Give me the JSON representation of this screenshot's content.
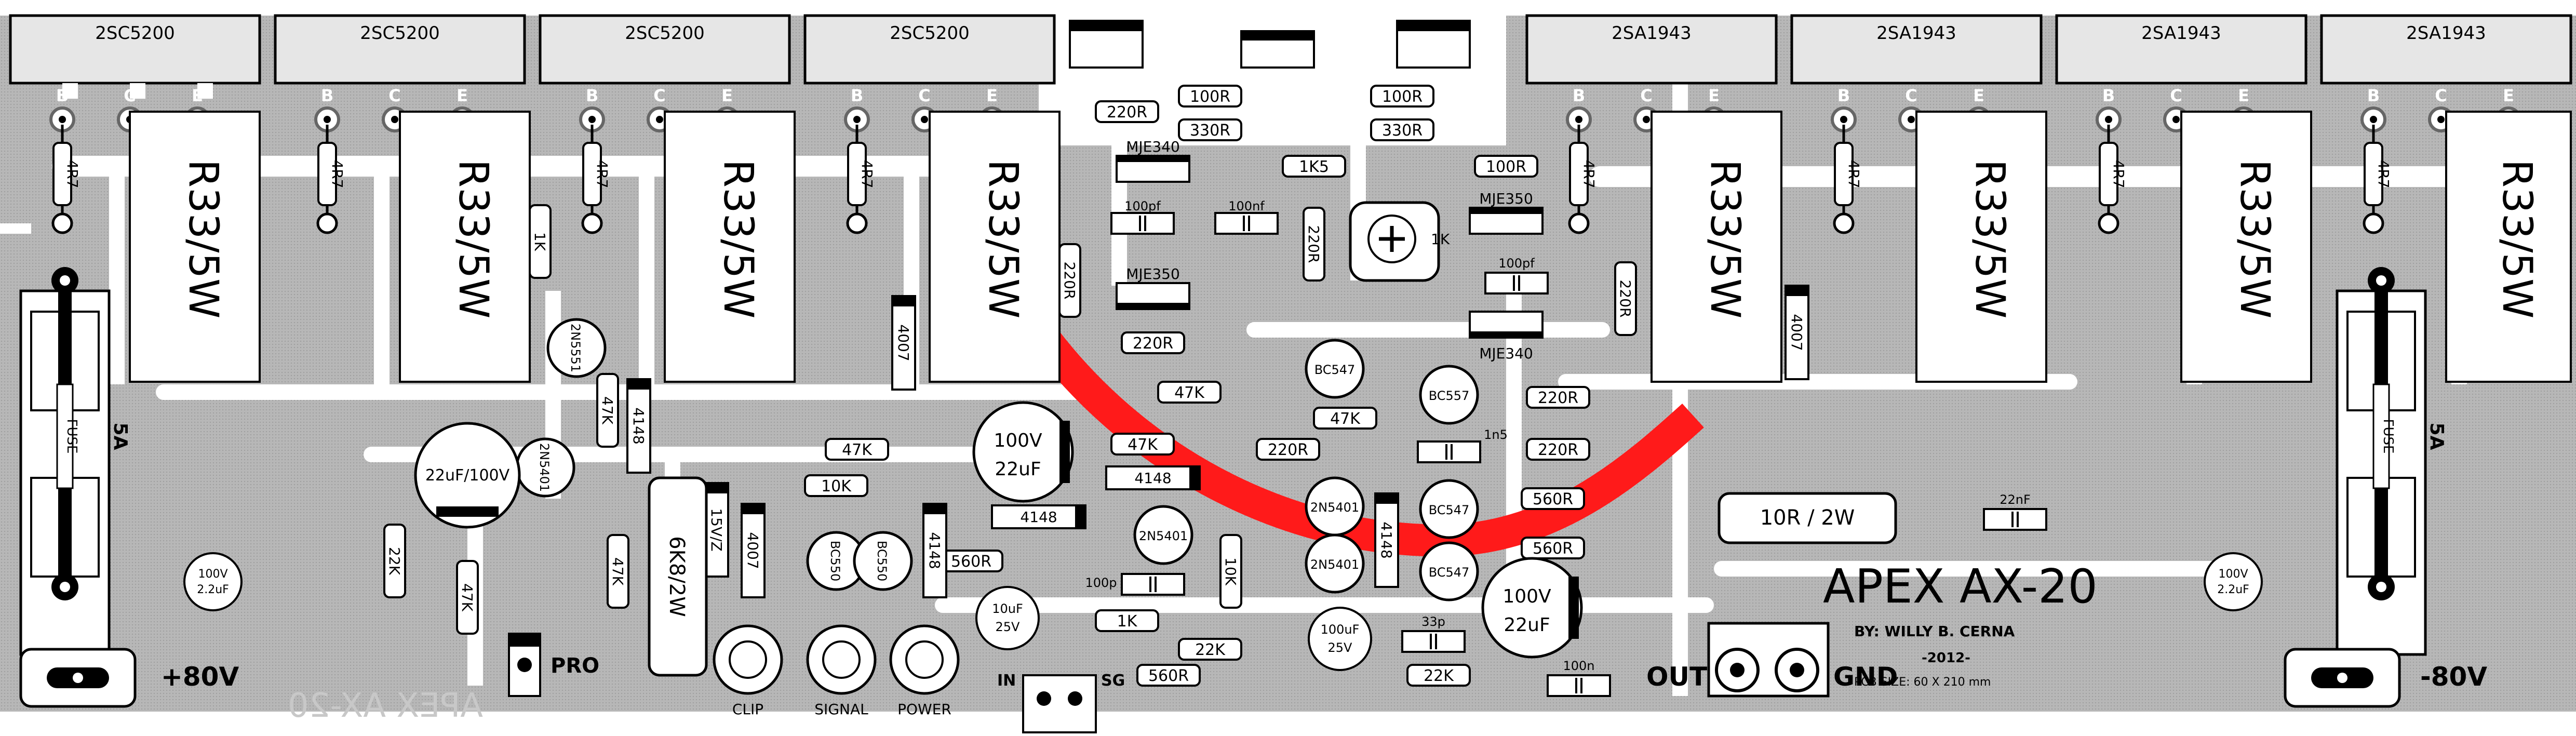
{
  "board": {
    "title": "APEX AX-20",
    "author": "BY: WILLY B. CERNA",
    "year": "-2012-",
    "pcb_size": "PCB SIZE: 60 X 210 mm",
    "mirror_title": "APEX AX-20",
    "supply_pos": "+80V",
    "supply_neg": "-80V",
    "pro_label": "PRO",
    "out_label": "OUT",
    "gnd_label": "GND",
    "in_label": "IN",
    "sg_label": "SG"
  },
  "transistors_npn": [
    "2SC5200",
    "2SC5200",
    "2SC5200",
    "2SC5200"
  ],
  "transistors_pnp": [
    "2SA1943",
    "2SA1943",
    "2SA1943",
    "2SA1943"
  ],
  "pin_labels": [
    "B",
    "C",
    "E"
  ],
  "emitter_resistor": "R33/5W",
  "base_resistor": "4R7",
  "fuse": {
    "label": "FUSE",
    "rating": "5A"
  },
  "leds": [
    "CLIP",
    "SIGNAL",
    "POWER"
  ],
  "parts": {
    "r100_a": "100R",
    "r100_b": "100R",
    "r100_c": "100R",
    "r220_a": "220R",
    "r220_b": "220R",
    "r220_v1": "220R",
    "r220_v2": "220R",
    "r220_v3": "220R",
    "r220_a2": "220R",
    "r220_b2": "220R",
    "r220_c2": "220R",
    "r330_a": "330R",
    "r330_b": "330R",
    "r1k5": "1K5",
    "r1k_v": "1K",
    "r1k_trim": "1K",
    "r1k": "1K",
    "r47k_a": "47K",
    "r47k_b": "47K",
    "r47k_c": "47K",
    "r47k_d": "47K",
    "r47k_v1": "47K",
    "r47k_v2": "47K",
    "r47k_v3": "47K",
    "r10k_a": "10K",
    "r10k_v": "10K",
    "r22k_a": "22K",
    "r22k_b": "22K",
    "r22k_v": "22K",
    "r560_a": "560R",
    "r560_b": "560R",
    "r560_c": "560R",
    "r560_d": "560R",
    "r6k8": "6K8/2W",
    "r10r2w": "10R / 2W",
    "d4148_a": "4148",
    "d4148_b": "4148",
    "d4148_c": "4148",
    "d4148_d": "4148",
    "d4148_e": "4148",
    "d4007_a": "4007",
    "d4007_b": "4007",
    "d4007_c": "4007",
    "z15v": "15V/Z",
    "mje340_a": "MJE340",
    "mje340_b": "MJE340",
    "mje350_a": "MJE350",
    "mje350_b": "MJE350",
    "q2n5551": "2N5551",
    "q2n5401_a": "2N5401",
    "q2n5401_b": "2N5401",
    "q2n5401_c": "2N5401",
    "q2n5401_d": "2N5401",
    "bc550_a": "BC550",
    "bc550_b": "BC550",
    "bc547_a": "BC547",
    "bc547_b": "BC547",
    "bc547_c": "BC547",
    "bc557": "BC557",
    "c100pf_a": "100pf",
    "c100pf_b": "100pf",
    "c100nf_a": "100nf",
    "c100n_b": "100n",
    "c100p": "100p",
    "c33p": "33p",
    "c1n5": "1n5",
    "c22nf": "22nF",
    "e22uf100v_v": "22uF/100V",
    "e22uf_a_v": "100V",
    "e22uf_a_c": "22uF",
    "e22uf_b_v": "100V",
    "e22uf_b_c": "22uF",
    "e2u2_a_v": "100V",
    "e2u2_a_c": "2.2uF",
    "e2u2_b_v": "100V",
    "e2u2_b_c": "2.2uF",
    "e10uf_v": "10uF",
    "e10uf_c": "25V",
    "e100uf_v": "100uF",
    "e100uf_c": "25V"
  }
}
